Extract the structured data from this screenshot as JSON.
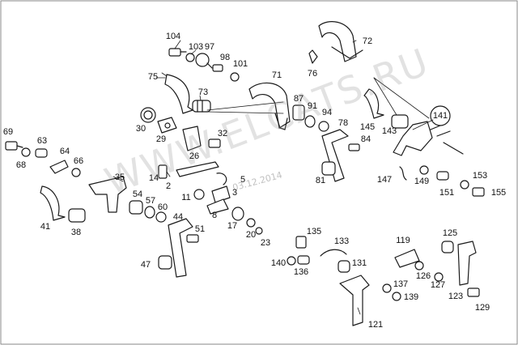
{
  "watermark": "WWW.ELCATS.RU",
  "date_stamp": "03.12.2014",
  "callouts": [
    {
      "id": "c104",
      "text": "104"
    },
    {
      "id": "c103",
      "text": "103"
    },
    {
      "id": "c97",
      "text": "97"
    },
    {
      "id": "c98",
      "text": "98"
    },
    {
      "id": "c101",
      "text": "101"
    },
    {
      "id": "c75",
      "text": "75"
    },
    {
      "id": "c73",
      "text": "73"
    },
    {
      "id": "c71",
      "text": "71"
    },
    {
      "id": "c72",
      "text": "72"
    },
    {
      "id": "c76",
      "text": "76"
    },
    {
      "id": "c30",
      "text": "30"
    },
    {
      "id": "c29",
      "text": "29"
    },
    {
      "id": "c26",
      "text": "26"
    },
    {
      "id": "c32",
      "text": "32"
    },
    {
      "id": "c87",
      "text": "87"
    },
    {
      "id": "c91",
      "text": "91"
    },
    {
      "id": "c94",
      "text": "94"
    },
    {
      "id": "c78",
      "text": "78"
    },
    {
      "id": "c84",
      "text": "84"
    },
    {
      "id": "c145",
      "text": "145"
    },
    {
      "id": "c143",
      "text": "143"
    },
    {
      "id": "c141",
      "text": "141"
    },
    {
      "id": "c69",
      "text": "69"
    },
    {
      "id": "c63",
      "text": "63"
    },
    {
      "id": "c68",
      "text": "68"
    },
    {
      "id": "c64",
      "text": "64"
    },
    {
      "id": "c66",
      "text": "66"
    },
    {
      "id": "c35",
      "text": "35"
    },
    {
      "id": "c14",
      "text": "14"
    },
    {
      "id": "c2",
      "text": "2"
    },
    {
      "id": "c5",
      "text": "5"
    },
    {
      "id": "c11",
      "text": "11"
    },
    {
      "id": "c3",
      "text": "3"
    },
    {
      "id": "c8",
      "text": "8"
    },
    {
      "id": "c17",
      "text": "17"
    },
    {
      "id": "c20",
      "text": "20"
    },
    {
      "id": "c23",
      "text": "23"
    },
    {
      "id": "c81",
      "text": "81"
    },
    {
      "id": "c147",
      "text": "147"
    },
    {
      "id": "c149",
      "text": "149"
    },
    {
      "id": "c151",
      "text": "151"
    },
    {
      "id": "c153",
      "text": "153"
    },
    {
      "id": "c155",
      "text": "155"
    },
    {
      "id": "c41",
      "text": "41"
    },
    {
      "id": "c38",
      "text": "38"
    },
    {
      "id": "c54",
      "text": "54"
    },
    {
      "id": "c57",
      "text": "57"
    },
    {
      "id": "c60",
      "text": "60"
    },
    {
      "id": "c44",
      "text": "44"
    },
    {
      "id": "c51",
      "text": "51"
    },
    {
      "id": "c47",
      "text": "47"
    },
    {
      "id": "c135",
      "text": "135"
    },
    {
      "id": "c133",
      "text": "133"
    },
    {
      "id": "c140",
      "text": "140"
    },
    {
      "id": "c136",
      "text": "136"
    },
    {
      "id": "c131",
      "text": "131"
    },
    {
      "id": "c119",
      "text": "119"
    },
    {
      "id": "c125",
      "text": "125"
    },
    {
      "id": "c126",
      "text": "126"
    },
    {
      "id": "c127",
      "text": "127"
    },
    {
      "id": "c123",
      "text": "123"
    },
    {
      "id": "c129",
      "text": "129"
    },
    {
      "id": "c137",
      "text": "137"
    },
    {
      "id": "c139",
      "text": "139"
    },
    {
      "id": "c121",
      "text": "121"
    }
  ]
}
